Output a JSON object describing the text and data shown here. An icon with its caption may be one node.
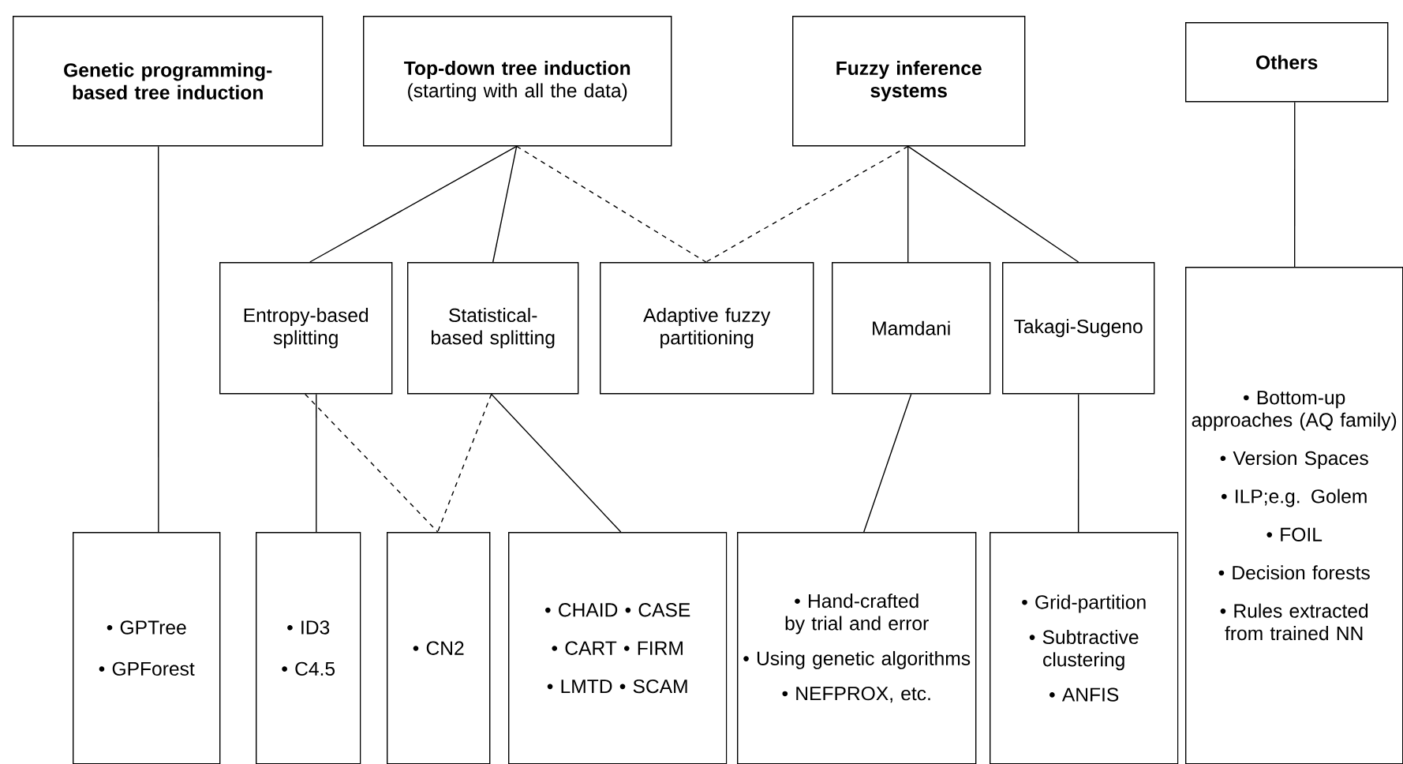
{
  "diagram": {
    "nodes": [
      {
        "text": [
          "**Genetic programming-based tree induction**"
        ]
      },
      {
        "text": [
          "**Top-down tree induction** (starting with all the data)"
        ]
      },
      {
        "text": [
          "**Fuzzy inference systems**"
        ]
      },
      {
        "text": [
          "**Others**"
        ]
      },
      {
        "text": [
          "Entropy-based splitting"
        ]
      },
      {
        "text": [
          "Statistical-based splitting"
        ]
      },
      {
        "text": [
          "Adaptive fuzzy partitioning"
        ]
      },
      {
        "text": [
          "Mamdani"
        ]
      },
      {
        "text": [
          "Takagi-Sugeno"
        ]
      },
      {
        "text": [
          "• Bottom-up approaches (AQ family)",
          "• Version Spaces",
          "• ILP;e.g. Golem",
          "• FOIL",
          "• Decision forests",
          "• Rules extracted from trained NN"
        ]
      },
      {
        "text": [
          "• GPTree",
          "• GPForest"
        ]
      },
      {
        "text": [
          "• ID3",
          "• C4.5"
        ]
      },
      {
        "text": [
          "• CN2"
        ]
      },
      {
        "text": [
          "• CHAID • CASE",
          "• CART • FIRM",
          "• LMTD • SCAM"
        ]
      },
      {
        "text": [
          "• Hand-crafted by trial and error",
          "• Using genetic algorithms",
          "• NEFPROX, etc."
        ]
      },
      {
        "text": [
          "• Grid-partition",
          "• Subtractive clustering",
          "• ANFIS"
        ]
      }
    ],
    "edges": [
      {
        "from": 0,
        "to": 10,
        "arrow": "none"
      },
      {
        "from": 1,
        "to": 4,
        "arrow": "none"
      },
      {
        "from": 1,
        "to": 5,
        "arrow": "none"
      },
      {
        "from": 1,
        "to": 6,
        "arrow": "none",
        "style": "dashed"
      },
      {
        "from": 2,
        "to": 6,
        "arrow": "none",
        "style": "dashed"
      },
      {
        "from": 2,
        "to": 7,
        "arrow": "none"
      },
      {
        "from": 2,
        "to": 8,
        "arrow": "none"
      },
      {
        "from": 3,
        "to": 9,
        "arrow": "none"
      },
      {
        "from": 4,
        "to": 11,
        "arrow": "none"
      },
      {
        "from": 4,
        "to": 12,
        "arrow": "none",
        "style": "dashed"
      },
      {
        "from": 5,
        "to": 12,
        "arrow": "none",
        "style": "dashed"
      },
      {
        "from": 5,
        "to": 13,
        "arrow": "none"
      },
      {
        "from": 7,
        "to": 14,
        "arrow": "none"
      },
      {
        "from": 8,
        "to": 15,
        "arrow": "none"
      }
    ]
  }
}
